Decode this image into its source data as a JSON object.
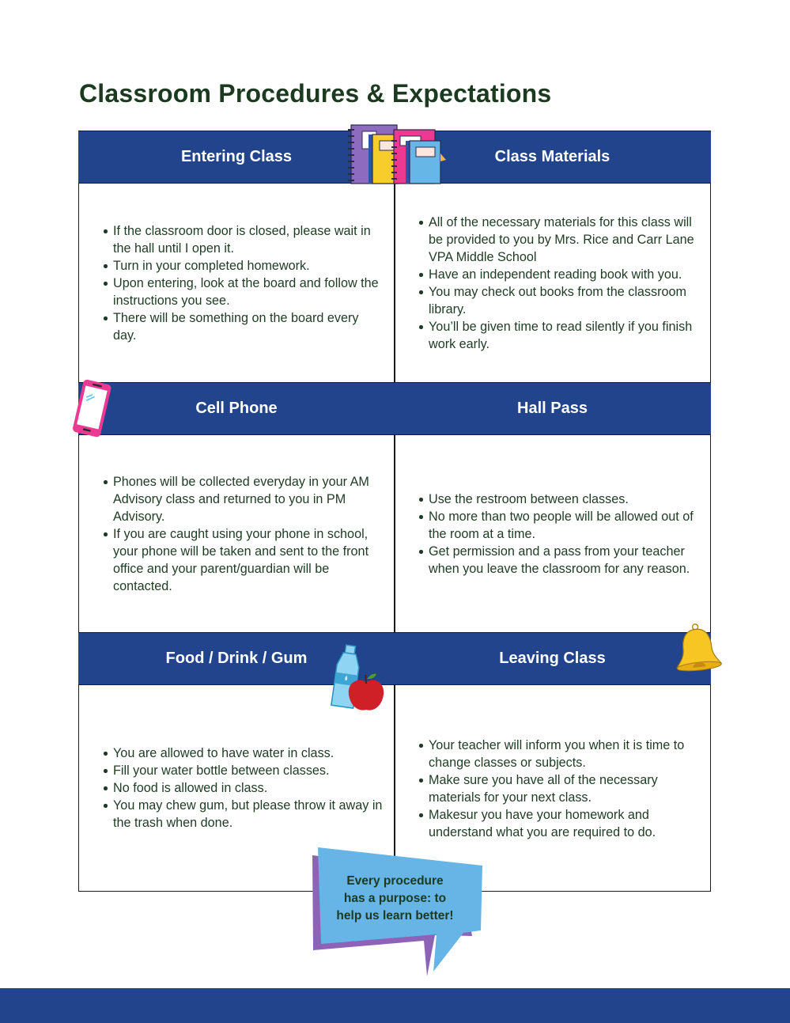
{
  "page": {
    "title": "Classroom Procedures & Expectations"
  },
  "sections": [
    {
      "heading": "Entering Class",
      "items": [
        "If the classroom door is closed, please wait in the hall until I open it.",
        "Turn in your completed homework.",
        "Upon entering, look at the board and follow the instructions you see.",
        "There will be something on the board every day."
      ]
    },
    {
      "heading": "Class Materials",
      "items": [
        "All of the necessary materials for this class will be provided to you by Mrs. Rice and Carr Lane VPA Middle School",
        "Have an independent reading book with you.",
        "You may check out books from the classroom library.",
        "You’ll be given time to read silently if you finish work early."
      ]
    },
    {
      "heading": "Cell Phone",
      "items": [
        "Phones will be collected everyday in your AM Advisory class and returned to you in PM Advisory.",
        "If you are caught using your phone in school, your phone will be taken and sent to the front office and your parent/guardian will be contacted."
      ]
    },
    {
      "heading": "Hall Pass",
      "items": [
        "Use the restroom between classes.",
        "No more than two people will be allowed out of the room at a time.",
        "Get permission and a pass from your teacher when you leave the classroom for any reason."
      ]
    },
    {
      "heading": "Food / Drink / Gum",
      "items": [
        "You are allowed to have water in class.",
        "Fill your water bottle between classes.",
        "No food is allowed in class.",
        "You may chew gum, but please throw it away in the trash when done."
      ]
    },
    {
      "heading": "Leaving Class",
      "items": [
        "Your teacher will inform you when it is time to change classes or subjects.",
        "Make sure you have all of the necessary materials for your next class.",
        "Makesur you have your homework and understand what you are required to do."
      ]
    }
  ],
  "callout": {
    "lines": [
      "Every procedure",
      "has a purpose: to",
      "help us learn better!"
    ]
  },
  "decorations": [
    "notebooks-icon",
    "cell-phone-icon",
    "water-bottle-icon",
    "apple-icon",
    "bell-icon",
    "speech-bubble"
  ],
  "colors": {
    "header_blue": "#21448c",
    "title_green": "#1b3a1f",
    "text_green": "#1f3b24",
    "bubble_blue": "#67b5e6",
    "bubble_purple": "#8d63b8"
  }
}
